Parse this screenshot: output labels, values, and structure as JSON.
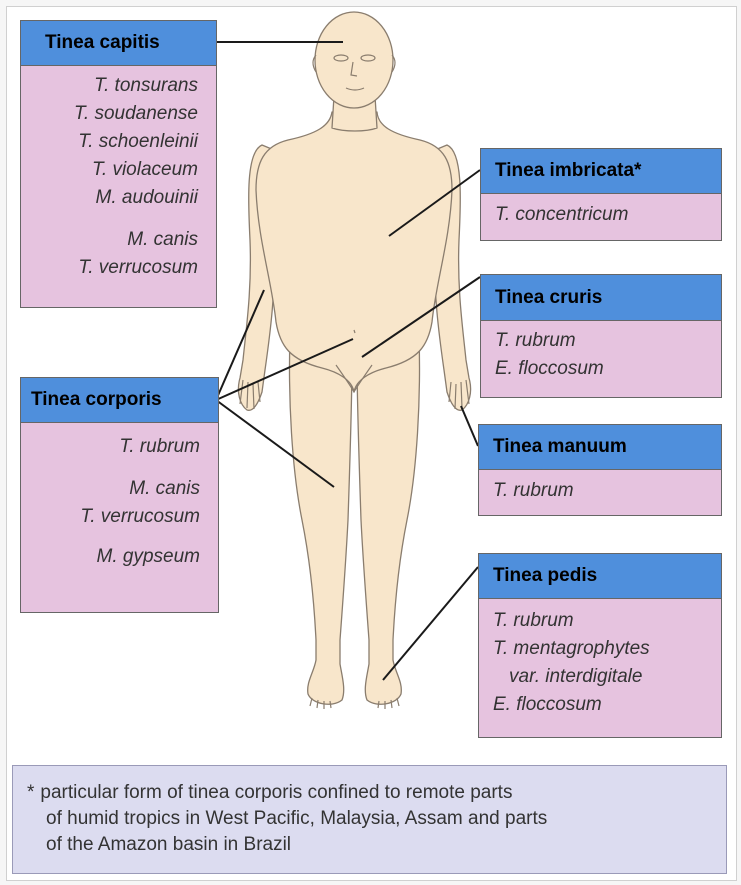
{
  "colors": {
    "header": "#4f8fdc",
    "list_bg": "#e6c3df",
    "skin": "#f8e6cb",
    "note_bg": "#dcdcf0"
  },
  "boxes": {
    "capitis": {
      "title": "Tinea capitis",
      "species": [
        "T. tonsurans",
        "T. soudanense",
        "T. schoenleinii",
        "T. violaceum",
        "M. audouinii",
        "M. canis",
        "T. verrucosum"
      ]
    },
    "imbricata": {
      "title": "Tinea imbricata*",
      "species": [
        "T. concentricum"
      ]
    },
    "cruris": {
      "title": "Tinea cruris",
      "species": [
        "T. rubrum",
        "E. floccosum"
      ]
    },
    "corporis": {
      "title": "Tinea corporis",
      "species": [
        "T. rubrum",
        "M. canis",
        "T. verrucosum",
        "M. gypseum"
      ]
    },
    "manuum": {
      "title": "Tinea manuum",
      "species": [
        "T. rubrum"
      ]
    },
    "pedis": {
      "title": "Tinea pedis",
      "species": [
        "T. rubrum",
        "T. mentagrophytes",
        "var. interdigitale",
        "E. floccosum"
      ]
    }
  },
  "footnote": {
    "star": "*",
    "lines": [
      "particular form of tinea corporis confined to remote parts",
      "of humid tropics in West Pacific, Malaysia, Assam and parts",
      "of the Amazon basin in Brazil"
    ]
  }
}
